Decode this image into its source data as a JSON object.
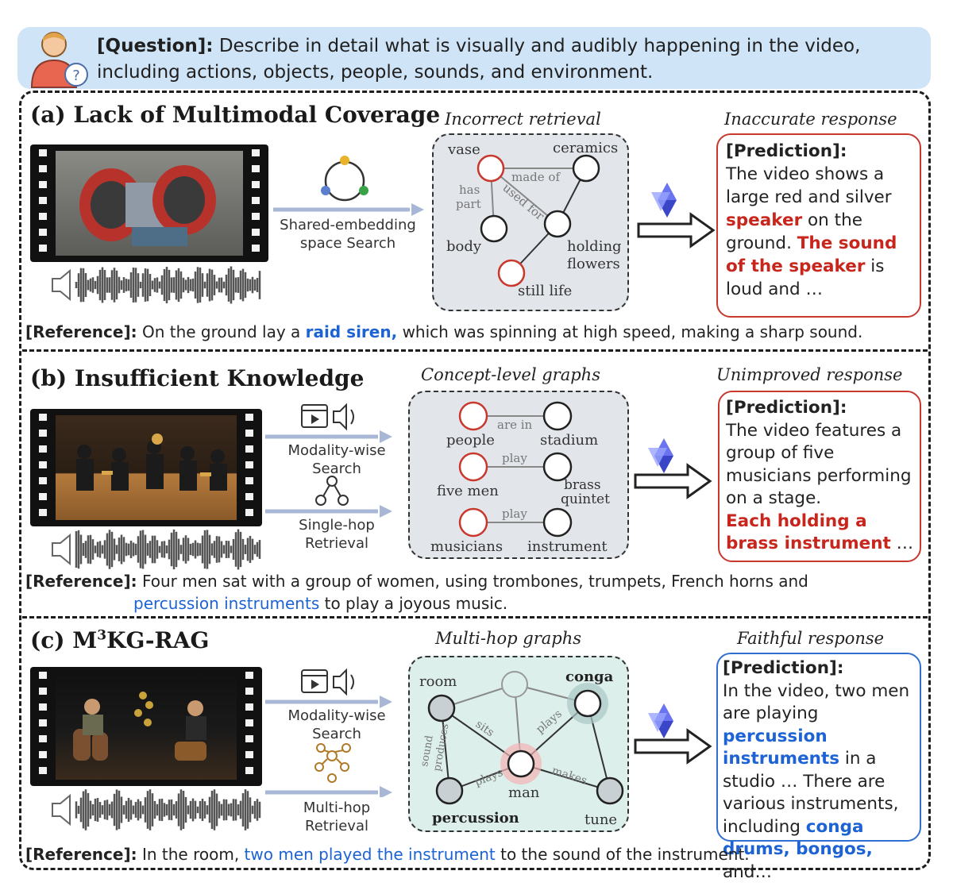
{
  "question": {
    "label": "[Question]:",
    "text": "Describe in detail what is visually and audibly happening in the video, including actions, objects, people, sounds, and environment."
  },
  "sections": [
    {
      "title": "(a) Lack of Multimodal Coverage",
      "method_label": "Shared-embedding space Search",
      "graph_title": "Incorrect retrieval",
      "graph": {
        "nodes": [
          "vase",
          "ceramics",
          "body",
          "holding flowers",
          "still life"
        ],
        "edges": [
          "made of",
          "has part",
          "used for"
        ]
      },
      "response_title": "Inaccurate response",
      "prediction": {
        "label": "[Prediction]:",
        "text_1": "The video shows a large red and silver",
        "highlight_1": "speaker",
        "text_2": "on the ground.",
        "highlight_2": "The sound of the speaker",
        "text_3": "is loud and …"
      },
      "reference": {
        "label": "[Reference]:",
        "text_1": "On the ground lay a",
        "highlight": "raid siren,",
        "text_2": "which was spinning at high speed, making a sharp sound."
      }
    },
    {
      "title": "(b) Insufficient Knowledge",
      "method_label_1": "Modality-wise Search",
      "method_label_2": "Single-hop Retrieval",
      "graph_title": "Concept-level graphs",
      "graph": {
        "rows": [
          {
            "left": "people",
            "edge": "are in",
            "right": "stadium"
          },
          {
            "left": "five men",
            "edge": "play",
            "right": "brass quintet"
          },
          {
            "left": "musicians",
            "edge": "play",
            "right": "instrument"
          }
        ]
      },
      "response_title": "Unimproved response",
      "prediction": {
        "label": "[Prediction]:",
        "text_1": "The video features a group of five musicians performing on a stage.",
        "highlight_1": "Each holding a brass instrument",
        "text_2": "…"
      },
      "reference": {
        "label": "[Reference]:",
        "text_1": "Four men sat with a group of women, using trombones, trumpets, French horns and",
        "highlight": "percussion instruments",
        "text_2": "to play a joyous music."
      }
    },
    {
      "title_main": "(c) M",
      "title_sup": "3",
      "title_rest": "KG-RAG",
      "method_label_1": "Modality-wise Search",
      "method_label_2": "Multi-hop Retrieval",
      "graph_title": "Multi-hop graphs",
      "graph": {
        "nodes": [
          "room",
          "conga",
          "man",
          "percussion",
          "tune"
        ],
        "edges": [
          "sits",
          "plays",
          "produces sound",
          "plays",
          "makes"
        ]
      },
      "response_title": "Faithful response",
      "prediction": {
        "label": "[Prediction]:",
        "text_1": "In the video, two men are playing",
        "highlight_1": "percussion instruments",
        "text_2": "in a studio … There are various instruments, including",
        "highlight_2": "conga drums, bongos,",
        "text_3": "and…"
      },
      "reference": {
        "label": "[Reference]:",
        "text_1": "In the room,",
        "highlight": "two men played the instrument",
        "text_2": "to the sound of the instrument."
      }
    }
  ],
  "colors": {
    "question_bg": "#cfe4f6",
    "red_highlight": "#c8261c",
    "blue_highlight": "#1d63d4",
    "graph_bg_gray": "#e2e5ea",
    "graph_bg_teal": "#dcefea"
  }
}
